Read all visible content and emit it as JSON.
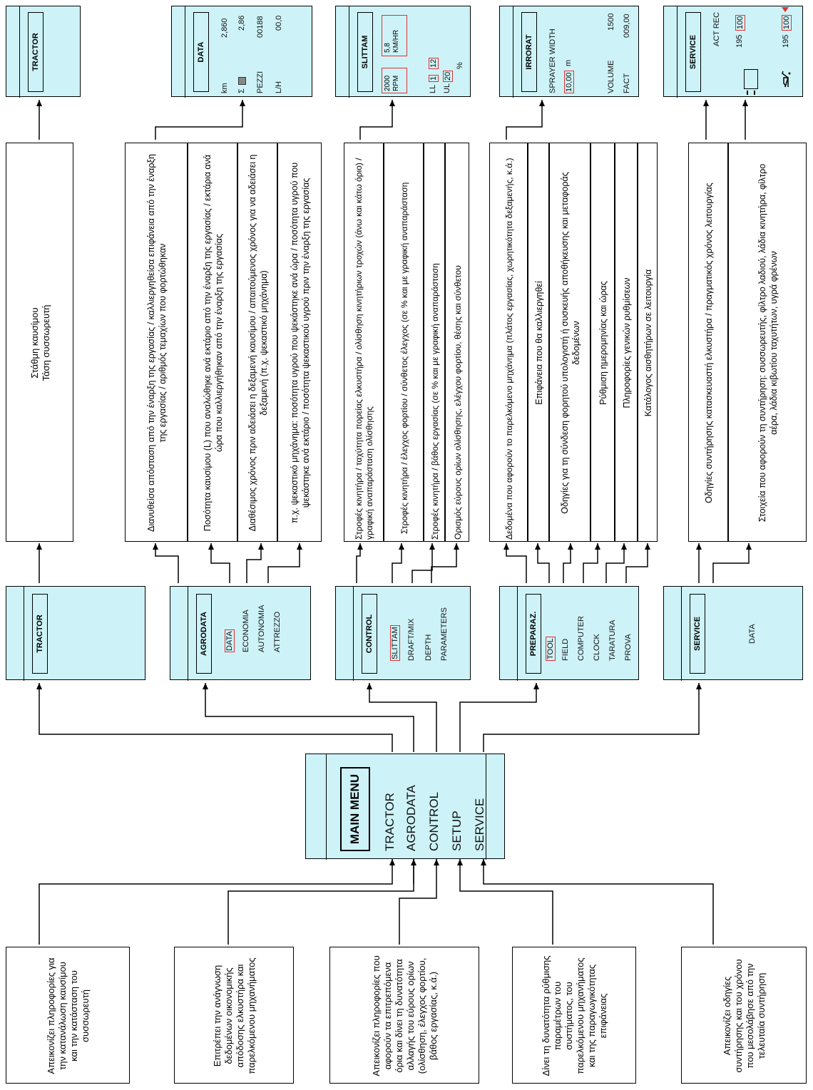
{
  "main_menu": {
    "title": "MAIN MENU",
    "items": [
      "TRACTOR",
      "AGRODATA",
      "CONTROL",
      "SETUP",
      "SERVICE"
    ]
  },
  "descriptions": [
    "Απεικονίζει πληροφορίες για την κατανάλωση καυσίμου και την κατάσταση του συσσωρευτή",
    "Επιτρέπει την ανάγνωση δεδομένων οικονομικής απόδοσης ελκυστήρα και παρελκόμενου μηχανήματος",
    "Απεικονίζει πληροφορίες που αφορούν τα επιτρεπόμενα όρια και δίνει τη δυνατότητα αλλαγής του εύρους ορίων (ολίσθηση, έλεγχος φορτίου, βάθος εργασίας, κ.ά.)",
    "Δίνει τη δυνατότητα ρύθμισης παραμέτρων του συστήματος, του παρελκόμενου μηχανήματος και της παραγωγικότητας επιφάνειας",
    "Απεικονίζει οδηγίες συντήρησης και του χρόνου που μεσολάβησε από την τελευταία συντήρηση"
  ],
  "submenus": {
    "tractor": {
      "title": "TRACTOR"
    },
    "agrodata": {
      "title": "AGRODATA",
      "items": [
        "DATA",
        "ECONOMIA",
        "AUTONOMIA",
        "ATTREZZO"
      ]
    },
    "control": {
      "title": "CONTROL",
      "items": [
        "SLITTAM",
        "DRAFT/MIX",
        "DEPTH",
        "PARAMETERS"
      ]
    },
    "preparaz": {
      "title": "PREPARAZ.",
      "items": [
        "TOOL",
        "FIELD",
        "COMPUTER",
        "CLOCK",
        "TARATURA",
        "PROVA"
      ]
    },
    "service": {
      "title": "SERVICE",
      "items": [
        "DATA"
      ]
    }
  },
  "info": {
    "tractor": "Στάθμη καυσίμου\nΤάση συσσωρευτή",
    "agrodata": [
      "Διανυθείσα απόσταση από την έναρξη της εργασίας / καλλιεργηθείσα επιφάνεια από την έναρξη της εργασίας / αριθμός τεμαχίων που φορτώθηκαν",
      "Ποσότητα καυσίμου (L) που αναλώθηκε ανά εκτάριο από την έναρξη της εργασίας / εκτάρια ανά ώρα που καλλιεργήθηκαν από την έναρξη της εργασίας",
      "Διαθέσιμος χρόνος πριν αδειάσει η δεξαμενή καυσίμου / απαιτούμενος χρόνος για να αδειάσει η δεξαμενή (π.χ. ψεκαστικό μηχάνημα)",
      "π.χ. ψεκαστικό μηχάνημα: ποσότητα υγρού που ψεκάστηκε ανά ώρα / ποσότητα υγρού που ψεκάστηκε ανά εκτάριο / ποσότητα ψεκαστικού υγρού πριν την έναρξη της εργασίας"
    ],
    "control": [
      "Στροφές κινητήρα / ταχύτητα πορείας ελκυστήρα / ολίσθηση κινητήριων τροχών (άνω και κάτω όριο) / γραφική αναπαράσταση ολίσθησης",
      "Στροφές κινητήρα / έλεγχος φορτίου / σύνθετος έλεγχος (σε % και με γραφική αναπαράσταση",
      "Στροφές κινητήρα / βάθος εργασίας (σε % και με γραφική αναπαράσταση",
      "Ορισμός εύρους ορίων ολίσθησης, ελέγχου φορτίου, θέσης και σύνθετου"
    ],
    "setup": [
      "Δεδομένα που αφορούν το παρελκόμενο μηχάνημα (πλάτος εργασίας, χωρητικότητα δεξαμενής, κ.ά.)",
      "Επιφάνεια που θα καλλιεργηθεί",
      "Οδηγίες για τη σύνδεση φορητού υπολογιστή ή συσκευής αποθήκευσης και μεταφοράς δεδομένων",
      "Ρύθμιση ημερομηνίας και ώρας",
      "Πληροφορίες γενικών ρυθμίσεων",
      "Κατάλογος αισθητήρων σε λειτουργία"
    ],
    "service": [
      "Οδηγίες συντήρησης κατασκευαστή ελκυστήρα / πραγματικός χρόνος λειτουργίας",
      "Στοιχεία που αφορούν τη συντήρηση: συσσωρευτής, φίλτρο λαδιού, λάδια κινητήρα, φίλτρο αέρα, λάδια κιβωτίου ταχυτήτων, υγρά φρένων"
    ]
  },
  "screens": {
    "tractor": {
      "title": "TRACTOR"
    },
    "data": {
      "title": "DATA",
      "rows": [
        {
          "label": "km",
          "value": "2,860"
        },
        {
          "label": "Σ",
          "value": "2,86"
        },
        {
          "label": "PEZZI",
          "value": "00188"
        },
        {
          "label": "L/H",
          "value": "00,0"
        }
      ]
    },
    "slittam": {
      "title": "SLITTAM",
      "rpm_value": "2000",
      "rpm_unit": "RPM",
      "speed_value": "5,8",
      "speed_unit": "KM/HR",
      "ll_label": "LL",
      "ll_a": "1",
      "ll_b": "12",
      "ul_label": "UL",
      "ul_val": "20",
      "pct": "%"
    },
    "irrorat": {
      "title": "IRRORAT",
      "width_label": "SPRAYER WIDTH",
      "width_value": "10,00",
      "width_unit": "m",
      "volume_label": "VOLUME",
      "volume_value": "1500",
      "fact_label": "FACT",
      "fact_value": "009,00"
    },
    "service": {
      "title": "SERVICE",
      "act_rec": "ACT REC",
      "row1_value": "195",
      "row1_box": "100",
      "row2_value": "195",
      "row2_box": "100"
    }
  }
}
